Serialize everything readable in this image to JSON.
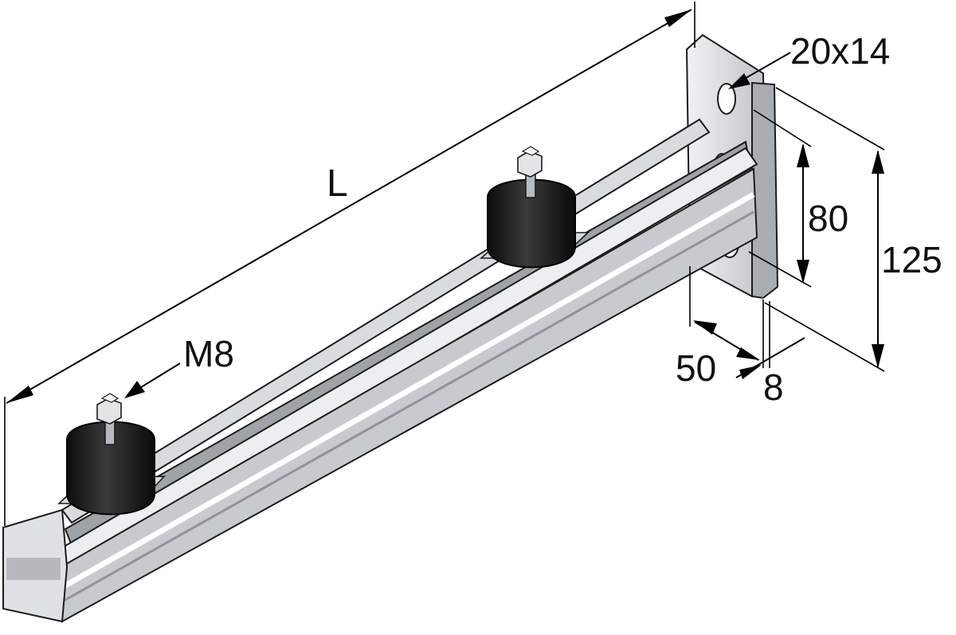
{
  "dimensions": {
    "length": "L",
    "slot": "20x14",
    "hole_spacing": "80",
    "plate_height": "125",
    "plate_width": "50",
    "plate_thickness": "8",
    "thread": "M8"
  },
  "colors": {
    "steel_light": "#e6e8ea",
    "steel_mid": "#c9ccd0",
    "steel_dark": "#8f9499",
    "rubber": "#1a1a1a",
    "line": "#000000"
  }
}
